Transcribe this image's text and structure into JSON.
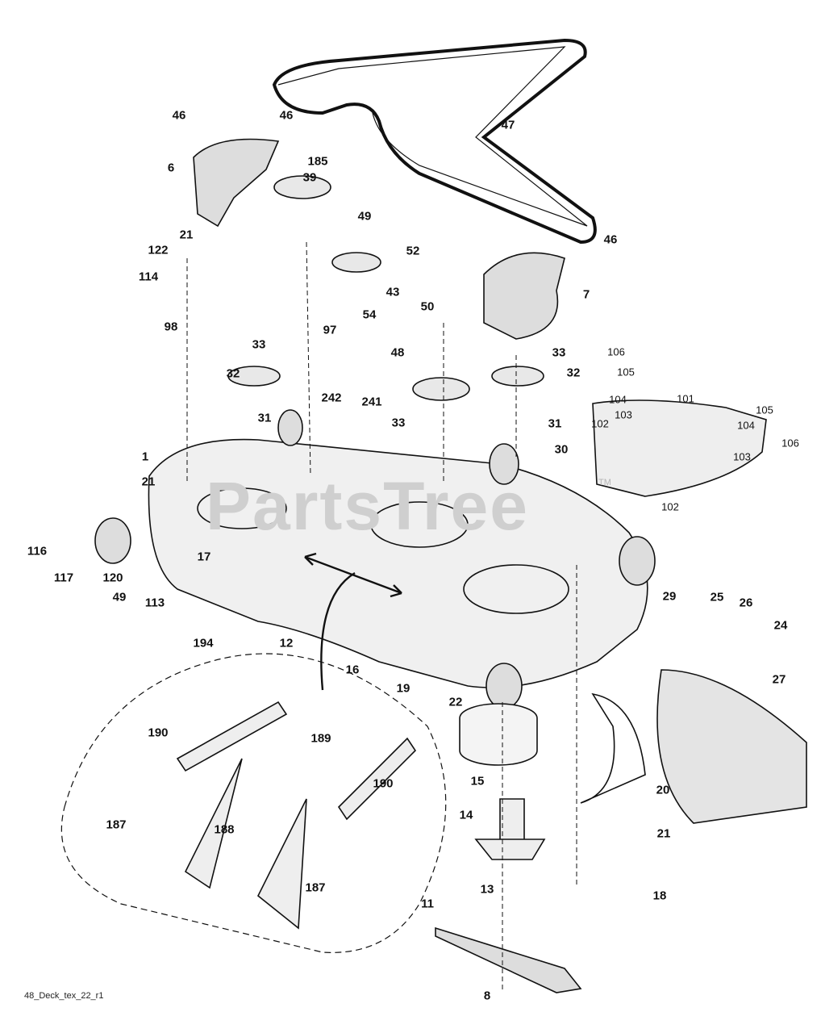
{
  "diagram": {
    "watermark": "PartsTree",
    "watermark_tm": "TM",
    "footer_code": "48_Deck_tex_22_r1",
    "part_labels": [
      "46",
      "46",
      "6",
      "185",
      "39",
      "21",
      "122",
      "49",
      "52",
      "114",
      "43",
      "98",
      "97",
      "54",
      "50",
      "33",
      "46",
      "7",
      "47",
      "106",
      "105",
      "104",
      "101",
      "103",
      "102",
      "105",
      "104",
      "106",
      "103",
      "102",
      "48",
      "33",
      "32",
      "32",
      "242",
      "241",
      "33",
      "31",
      "31",
      "30",
      "1",
      "21",
      "116",
      "117",
      "120",
      "17",
      "49",
      "113",
      "194",
      "12",
      "29",
      "25",
      "26",
      "24",
      "16",
      "19",
      "27",
      "22",
      "190",
      "189",
      "15",
      "20",
      "190",
      "14",
      "21",
      "187",
      "188",
      "187",
      "18",
      "13",
      "11",
      "8"
    ]
  }
}
